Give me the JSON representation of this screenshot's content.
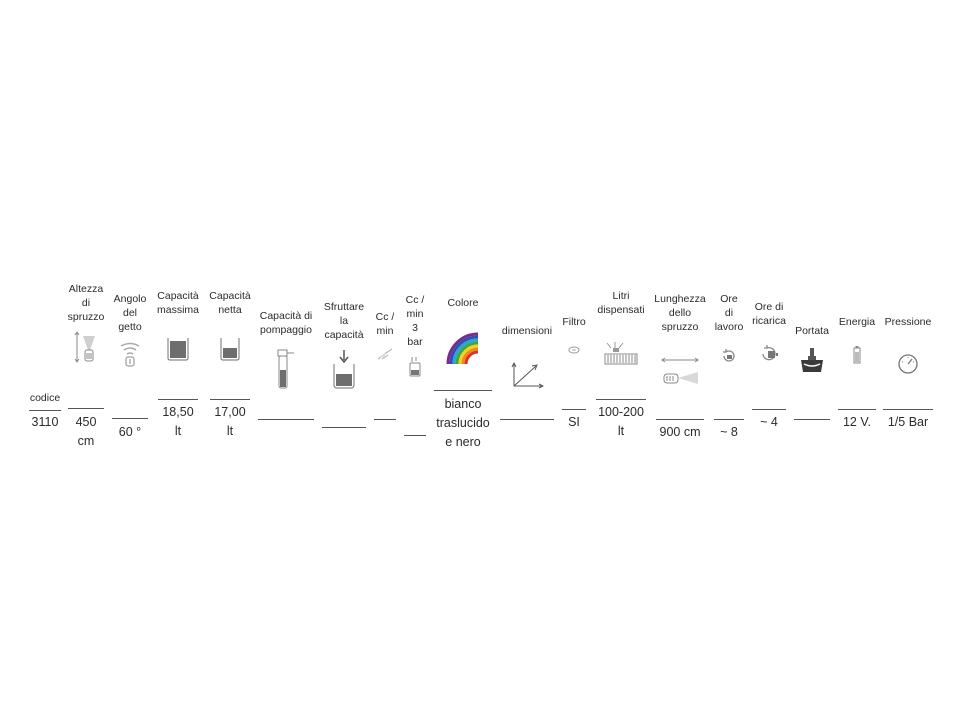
{
  "columns": [
    {
      "header": "codice",
      "value": "3110",
      "icon": "",
      "accent": ""
    },
    {
      "header": "Altezza\ndi\nspruzzo",
      "value": "450\ncm",
      "icon": "spray-height-icon"
    },
    {
      "header": "Angolo\ndel\ngetto",
      "value": "60 °",
      "icon": "spray-angle-icon"
    },
    {
      "header": "Capacità\nmassima",
      "value": "18,50\nlt",
      "icon": "max-capacity-icon"
    },
    {
      "header": "Capacità\nnetta",
      "value": "17,00\nlt",
      "icon": "net-capacity-icon"
    },
    {
      "header": "Capacità di\npompaggio",
      "value": "",
      "icon": "pump-capacity-icon"
    },
    {
      "header": "Sfruttare\nla\ncapacità",
      "value": "",
      "icon": "use-capacity-icon"
    },
    {
      "header": "Cc /\nmin",
      "value": "",
      "icon": "cc-min-icon"
    },
    {
      "header": "Cc /\nmin\n3\nbar",
      "value": "",
      "icon": "cc-min-bar-icon"
    },
    {
      "header": "Colore",
      "value": "bianco\ntraslucido\ne nero",
      "icon": "rainbow-icon"
    },
    {
      "header": "dimensioni",
      "value": "",
      "icon": "dimensions-icon"
    },
    {
      "header": "Filtro",
      "value": "SI",
      "icon": "filter-icon"
    },
    {
      "header": "Litri\ndispensati",
      "value": "100-200\nlt",
      "icon": "liters-dispensed-icon"
    },
    {
      "header": "Lunghezza\ndello\nspruzzo",
      "value": "900 cm",
      "icon": "spray-length-icon"
    },
    {
      "header": "Ore\ndi\nlavoro",
      "value": "~ 8",
      "icon": "work-hours-icon"
    },
    {
      "header": "Ore di\nricarica",
      "value": "~ 4",
      "icon": "charge-hours-icon"
    },
    {
      "header": "Portata",
      "value": "",
      "icon": "flow-rate-icon"
    },
    {
      "header": "Energia",
      "value": "12 V.",
      "icon": "battery-icon"
    },
    {
      "header": "Pressione",
      "value": "1/5 Bar",
      "icon": "pressure-gauge-icon"
    }
  ],
  "colors": {
    "text": "#2b2b2b",
    "rule": "#555555",
    "icon": "#8a8a8a"
  }
}
